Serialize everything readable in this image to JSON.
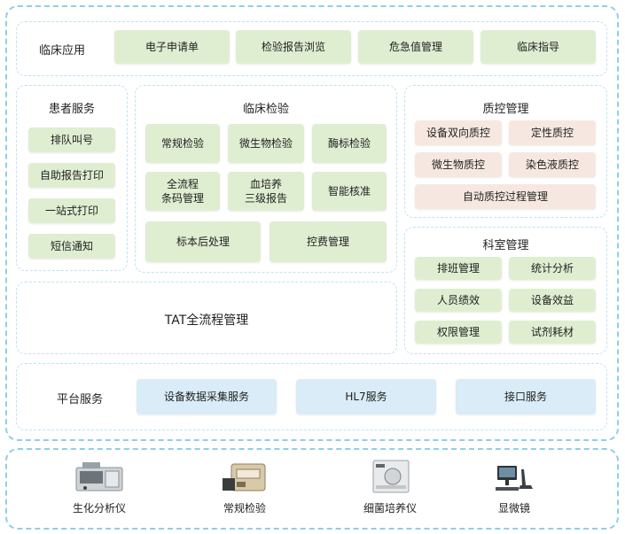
{
  "clinical_app": {
    "title": "临床应用",
    "items": [
      "电子申请单",
      "检验报告浏览",
      "危急值管理",
      "临床指导"
    ]
  },
  "patient_service": {
    "title": "患者服务",
    "items": [
      "排队叫号",
      "自助报告打印",
      "一站式打印",
      "短信通知"
    ]
  },
  "clinical_lab": {
    "title": "临床检验",
    "row1": [
      "常规检验",
      "微生物检验",
      "酶标检验"
    ],
    "row2": [
      "全流程\n条码管理",
      "血培养\n三级报告",
      "智能核准"
    ],
    "row3": [
      "标本后处理",
      "控费管理"
    ]
  },
  "tat": {
    "title": "TAT全流程管理"
  },
  "qc": {
    "title": "质控管理",
    "items": [
      "设备双向质控",
      "定性质控",
      "微生物质控",
      "染色液质控"
    ],
    "wide": "自动质控过程管理"
  },
  "dept": {
    "title": "科室管理",
    "items": [
      "排班管理",
      "统计分析",
      "人员绩效",
      "设备效益",
      "权限管理",
      "试剂耗材"
    ]
  },
  "platform": {
    "title": "平台服务",
    "items": [
      "设备数据采集服务",
      "HL7服务",
      "接口服务"
    ]
  },
  "devices": [
    {
      "label": "生化分析仪",
      "icon": "biochemistry-analyzer-icon"
    },
    {
      "label": "常规检验",
      "icon": "routine-analyzer-icon"
    },
    {
      "label": "细菌培养仪",
      "icon": "bacteria-culture-icon"
    },
    {
      "label": "显微镜",
      "icon": "microscope-icon"
    }
  ],
  "colors": {
    "border_outer": "#8ecfe6",
    "border_inner": "#bfe3ef",
    "green_box": "#dfeed1",
    "pink_box": "#f6e8e1",
    "blue_box": "#d9ecf7"
  }
}
